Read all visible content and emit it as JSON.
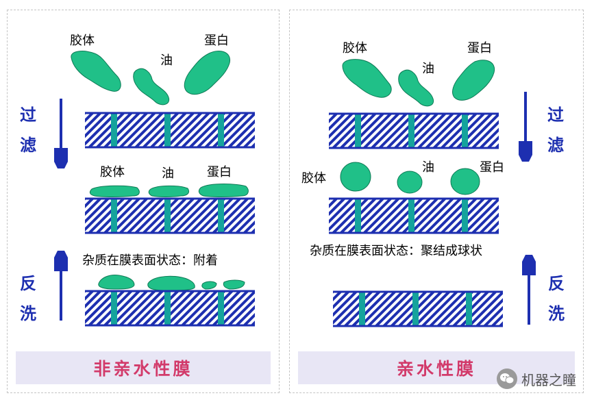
{
  "left": {
    "particles": {
      "colloid": "胶体",
      "oil": "油",
      "protein": "蛋白"
    },
    "side_top": [
      "过",
      "滤"
    ],
    "side_bottom": [
      "反",
      "洗"
    ],
    "state": "杂质在膜表面状态：附着",
    "caption": "非亲水性膜"
  },
  "right": {
    "particles": {
      "colloid": "胶体",
      "oil": "油",
      "protein": "蛋白"
    },
    "side_top": [
      "过",
      "滤"
    ],
    "side_bottom": [
      "反",
      "洗"
    ],
    "state": "杂质在膜表面状态：聚结成球状",
    "caption": "亲水性膜"
  },
  "watermark": {
    "text": "机器之瞳",
    "icon": "wechat-icon"
  },
  "colors": {
    "membrane_blue": "#1d2fb0",
    "pore_teal": "#15a39c",
    "particle_green": "#20c088",
    "caption_pink": "#d23a6a",
    "caption_band": "#e8e6f5"
  }
}
